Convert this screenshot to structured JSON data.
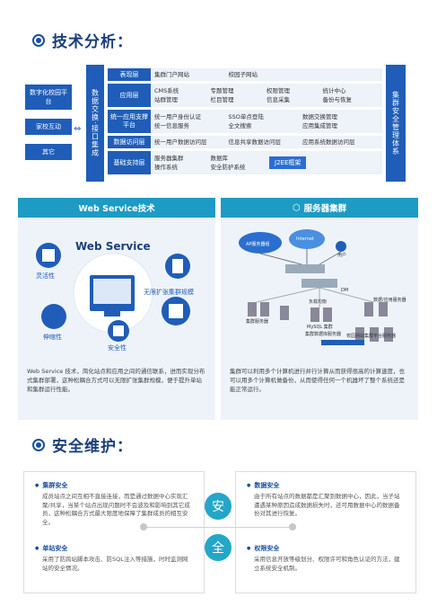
{
  "section1": {
    "title": "技术分析："
  },
  "arch": {
    "left_boxes": [
      "数字化校园平台",
      "家校互动",
      "其它"
    ],
    "left_bar": "数据交换·接口集成",
    "right_bar": "集群安全管理体系",
    "rows": [
      {
        "label": "表现层",
        "items": [
          "集群门户网站",
          "校园子网站"
        ]
      },
      {
        "label": "应用层",
        "items": [
          "CMS系统",
          "专题管理",
          "权限管理",
          "统计中心",
          "站群管理",
          "栏目管理",
          "信息采集",
          "备份与恢复"
        ]
      },
      {
        "label": "统一应用支撑平台",
        "items": [
          "统一用户身份认证",
          "SSO单点登陆",
          "数据交换管理",
          "统一信息服务",
          "全文搜索",
          "应用集成管理"
        ]
      },
      {
        "label": "数据访问层",
        "items": [
          "统一用户数据访问层",
          "信息共享数据访问层",
          "应用系统数据访问层"
        ]
      },
      {
        "label": "基础支持层",
        "items": [
          "服务器集群",
          "数据库",
          "操作系统",
          "安全防护系统"
        ],
        "badge": "J2EE框架"
      }
    ]
  },
  "panel_ws": {
    "title": "Web Service技术",
    "center_label": "Web Service",
    "labels": [
      "灵活性",
      "无限扩张集群规模",
      "伸缩性",
      "安全性"
    ],
    "text": "Web Service 技术，简化站点和应用之间的通信联系，进而实现分布式集群部署，这种松耦合方式可以无限扩张集群规模，便于提升单站和集群运行性能。"
  },
  "panel_cluster": {
    "title": "服务器集群",
    "labels": [
      "AP服务器组",
      "Internet",
      "用户",
      "DM",
      "负载均衡",
      "数据/应用服务器",
      "集群服务器",
      "MySQL 集群",
      "集群数据库服务器",
      "校园网站集群平台服务器"
    ],
    "text": "集群可以利用多个计算机进行并行计算从而获得很高的计算速度，也可以用多个计算机做备份，从而使得任何一个机器坏了整个系统还是能正常运行。"
  },
  "section2": {
    "title": "安全维护："
  },
  "security": {
    "center": [
      "安",
      "全"
    ],
    "blocks": [
      {
        "title": "集群安全",
        "text": "成员站点之间互相不直接连接，而是通过数据中心实现汇聚/共享，当某个站点出现问题时不会波及和影响到其它成员，这种松耦合方式最大限度地保障了集群成员的相互安全。"
      },
      {
        "title": "单站安全",
        "text": "采用了防跨站脚本攻击、防SQL注入等措施，时时监测网站的安全情况。"
      },
      {
        "title": "数据安全",
        "text": "由于所有站点的数据都是汇聚到数据中心，因此，当子站遭遇某种原因造成数据损失时，还可用数据中心的数据备份对其进行恢复。"
      },
      {
        "title": "权限安全",
        "text": "采用信息开放等级划分、权限许可和角色认证的方法，建立系统安全机制。"
      }
    ]
  },
  "colors": {
    "primary": "#1f5db8",
    "teal": "#1d9bc4",
    "title": "#1a3f7a"
  }
}
